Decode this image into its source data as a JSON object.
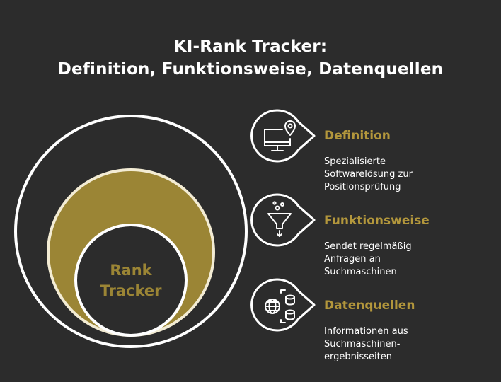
{
  "title": {
    "line1": "KI-Rank Tracker:",
    "line2": "Definition, Funktionsweise, Datenquellen"
  },
  "center": {
    "line1": "Rank",
    "line2": "Tracker"
  },
  "items": [
    {
      "icon": "monitor-location-pin-icon",
      "heading": "Definition",
      "desc_lines": [
        "Spezialisierte",
        "Softwarelösung zur",
        "Positionsprüfung"
      ]
    },
    {
      "icon": "funnel-icon",
      "heading": "Funktionsweise",
      "desc_lines": [
        "Sendet regelmäßig",
        "Anfragen an",
        "Suchmaschinen"
      ]
    },
    {
      "icon": "globe-database-icon",
      "heading": "Datenquellen",
      "desc_lines": [
        "Informationen aus",
        "Suchmaschinen-",
        "ergebnisseiten"
      ]
    }
  ],
  "colors": {
    "background": "#2c2c2c",
    "gold": "#9b8535",
    "heading_gold": "#b3973c",
    "cream": "#f3ecd4",
    "white": "#ffffff"
  }
}
